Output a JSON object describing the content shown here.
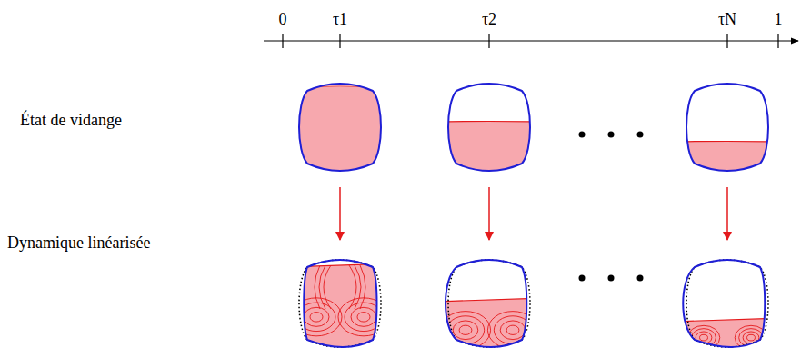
{
  "diagram": {
    "labels": [
      "0",
      "τ1",
      "τ2",
      "τN",
      "1",
      "État de vidange",
      "Dynamique linéarisée"
    ]
  }
}
